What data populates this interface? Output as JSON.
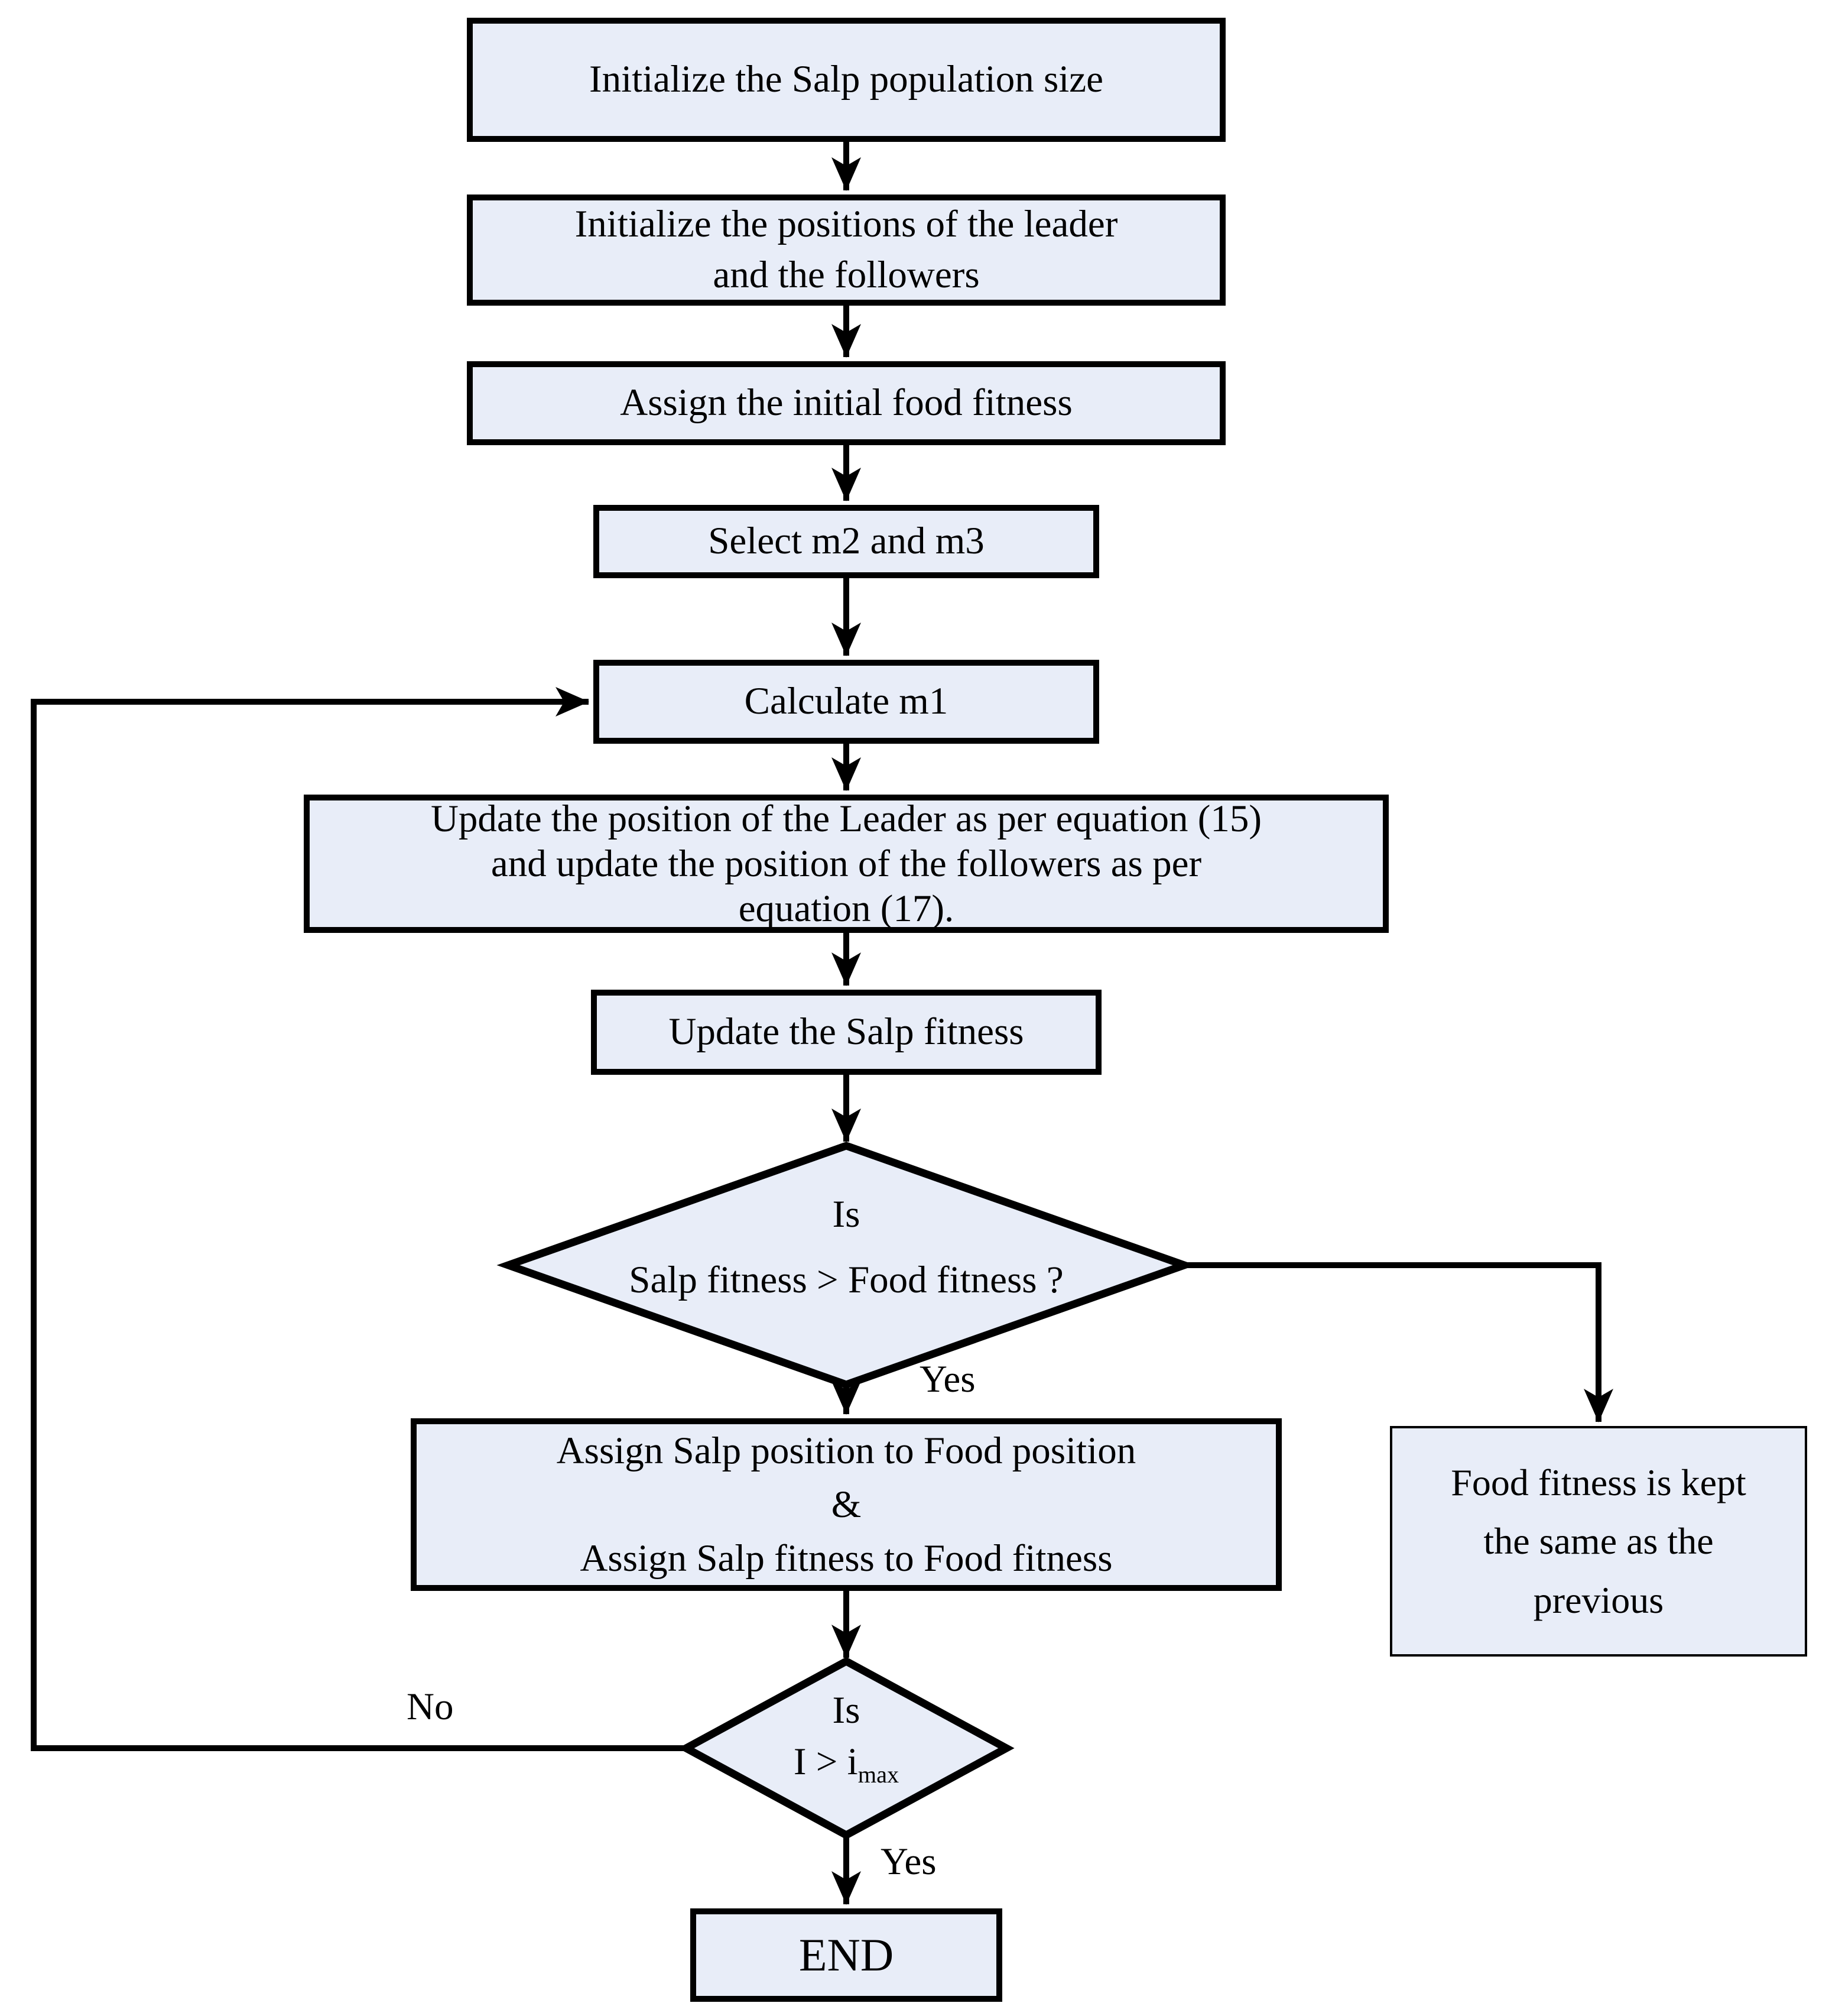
{
  "flowchart": {
    "title": "Salp Swarm Algorithm flowchart",
    "colors": {
      "shape_fill": "#e8edf8",
      "shape_border": "#000000",
      "background": "#ffffff",
      "text": "#000000"
    },
    "boxes": {
      "init_population": {
        "text": "Initialize the Salp population size"
      },
      "init_positions": {
        "lines": [
          "Initialize the positions of the leader",
          "and the followers"
        ]
      },
      "assign_food_fitness": {
        "text": "Assign the initial food fitness"
      },
      "select_m2_m3": {
        "text": "Select m2 and m3"
      },
      "calculate_m1": {
        "text": "Calculate m1"
      },
      "update_positions": {
        "lines": [
          "Update the position of the Leader as per equation (15)",
          "and update the position of the followers as per",
          "equation (17)."
        ]
      },
      "update_salp_fitness": {
        "text": "Update the Salp fitness"
      },
      "assign_salp_to_food": {
        "lines": [
          "Assign Salp position to Food position",
          "&",
          "Assign Salp fitness to Food fitness"
        ]
      },
      "food_fitness_kept": {
        "lines": [
          "Food fitness is kept",
          "the same as the",
          "previous"
        ]
      },
      "end": {
        "text": "END"
      }
    },
    "decisions": {
      "salp_vs_food": {
        "line1": "Is",
        "line2": "Salp fitness > Food fitness ?"
      },
      "iteration_check": {
        "line1": "Is",
        "line2_main": "I > i",
        "line2_sub": "max"
      }
    },
    "edge_labels": {
      "yes_salp": "Yes",
      "no_iteration": "No",
      "yes_iteration": "Yes"
    }
  }
}
